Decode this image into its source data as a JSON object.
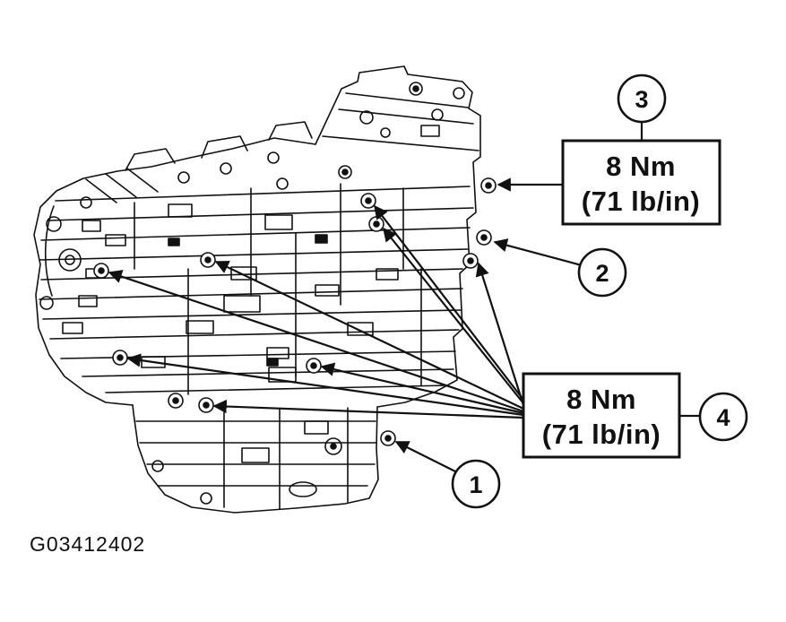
{
  "colors": {
    "ink": "#111111",
    "background": "#ffffff"
  },
  "figure_id": "G03412402",
  "callouts": {
    "c1": "1",
    "c2": "2",
    "c3": "3",
    "c4": "4"
  },
  "torque_boxes": {
    "top": {
      "line1": "8 Nm",
      "line2": "(71 lb/in)"
    },
    "bottom": {
      "line1": "8 Nm",
      "line2": "(71 lb/in)"
    }
  }
}
